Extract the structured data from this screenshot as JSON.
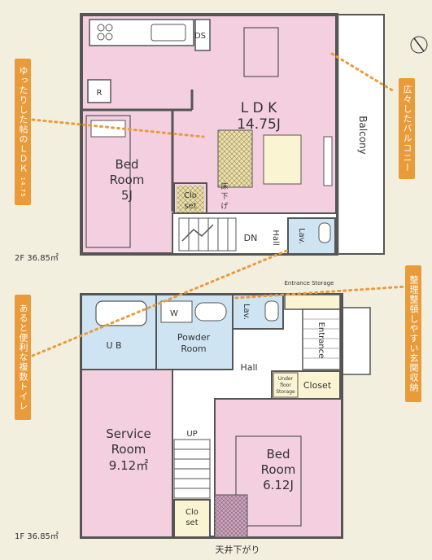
{
  "floor2": {
    "area_label": "2F 36.85㎡",
    "ldk_name": "L D K",
    "ldk_size": "14.75J",
    "bed_name_1": "Bed",
    "bed_name_2": "Room",
    "bed_size": "5J",
    "balcony": "Balcony",
    "closet_1": "Clo",
    "closet_2": "set",
    "floor_storage_1": "床",
    "floor_storage_2": "下",
    "floor_storage_3": "げ",
    "dn": "DN",
    "hall": "Hall",
    "lav": "Lav.",
    "ds": "DS",
    "r": "R"
  },
  "floor1": {
    "area_label": "1F 36.85㎡",
    "ub": "U B",
    "w": "W",
    "powder_1": "Powder",
    "powder_2": "Room",
    "lav": "Lav.",
    "entrance_storage": "Entrance Storage",
    "entrance": "Entrance",
    "hall": "Hall",
    "underfloor_1": "Under",
    "underfloor_2": "floor",
    "underfloor_3": "Storage",
    "closet": "Closet",
    "service_1": "Service",
    "service_2": "Room",
    "service_size": "9.12㎡",
    "up": "UP",
    "closet2_1": "Clo",
    "closet2_2": "set",
    "bed_1": "Bed",
    "bed_2": "Room",
    "bed_size": "6.12J",
    "ceiling_note": "天井下がり"
  },
  "callouts": {
    "ldk": "ゆったりした帖のＬＤＫ",
    "ldk_num": "14.75",
    "balcony": "広々したバルコニー",
    "toilets": "あると便利な複数トイレ",
    "storage": "整理整頓しやすい玄関収納"
  },
  "colors": {
    "pink": "#f4cfe0",
    "blue": "#cfe4f2",
    "cream": "#fbf4d2",
    "wall": "#555555",
    "accent": "#e99b3a"
  }
}
